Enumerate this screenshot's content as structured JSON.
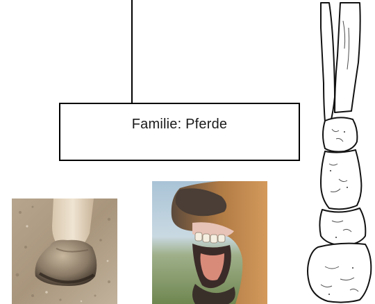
{
  "diagram": {
    "family_label": "Familie: Pferde"
  },
  "images": {
    "hoof": "horse-hoof-photo",
    "teeth": "horse-teeth-photo",
    "bone": "horse-leg-bone-drawing"
  },
  "colors": {
    "line": "#000000",
    "box_border": "#000000",
    "text": "#1a1a1a"
  }
}
